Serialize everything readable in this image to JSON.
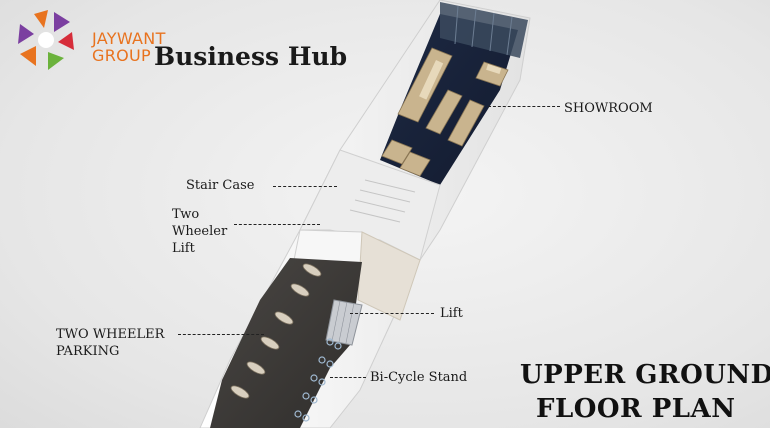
{
  "brand": {
    "logo_line1": "JAYWANT",
    "logo_line2": "GROUP",
    "title": "Business Hub"
  },
  "labels": {
    "showroom": "SHOWROOM",
    "stair_case": "Stair Case",
    "two_wheeler_lift_1": "Two",
    "two_wheeler_lift_2": "Wheeler",
    "two_wheeler_lift_3": "Lift",
    "lift": "Lift",
    "two_wheeler_parking_1": "TWO WHEELER",
    "two_wheeler_parking_2": "PARKING",
    "bicycle_stand": "Bi-Cycle Stand"
  },
  "plan_title": {
    "line1": "UPPER GROUND",
    "line2": "FLOOR PLAN"
  },
  "colors": {
    "logo_orange": "#e8731f",
    "logo_purple": "#7b3fa0",
    "logo_red": "#d62d3a",
    "logo_green": "#6bb23c"
  }
}
